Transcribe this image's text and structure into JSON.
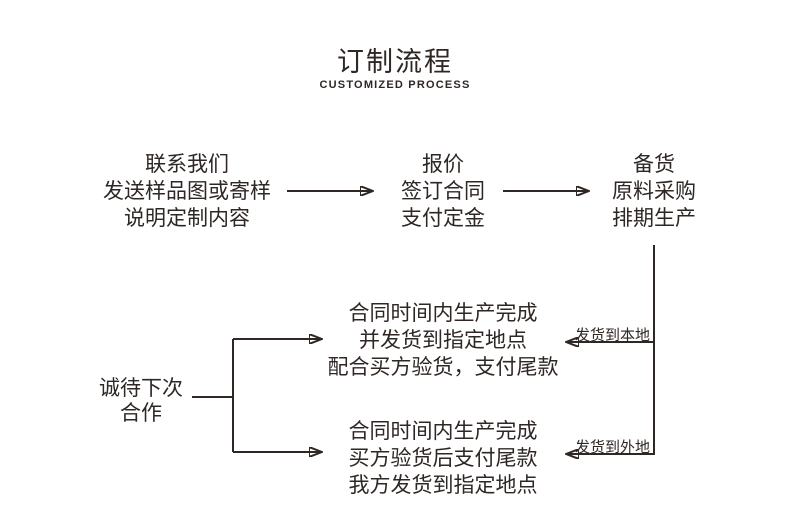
{
  "page": {
    "background_color": "#ffffff",
    "ink_color": "#2e2724"
  },
  "header": {
    "title": "订制流程",
    "subtitle": "CUSTOMIZED PROCESS"
  },
  "steps": [
    {
      "lines": [
        "联系我们",
        "发送样品图或寄样",
        "说明定制内容"
      ]
    },
    {
      "lines": [
        "报价",
        "签订合同",
        "支付定金"
      ]
    },
    {
      "lines": [
        "备货",
        "原料采购",
        "排期生产"
      ]
    }
  ],
  "outcomes": [
    {
      "lines": [
        "合同时间内生产完成",
        "并发货到指定地点",
        "配合买方验货，支付尾款"
      ],
      "ship_label": "发货到本地"
    },
    {
      "lines": [
        "合同时间内生产完成",
        "买方验货后支付尾款",
        "我方发货到指定地点"
      ],
      "ship_label": "发货到外地"
    }
  ],
  "footer_note": {
    "lines": [
      "诚待下次",
      "合作"
    ]
  },
  "icons": {
    "arrow_right": "right-arrow-icon",
    "arrow_left": "left-arrow-icon"
  }
}
